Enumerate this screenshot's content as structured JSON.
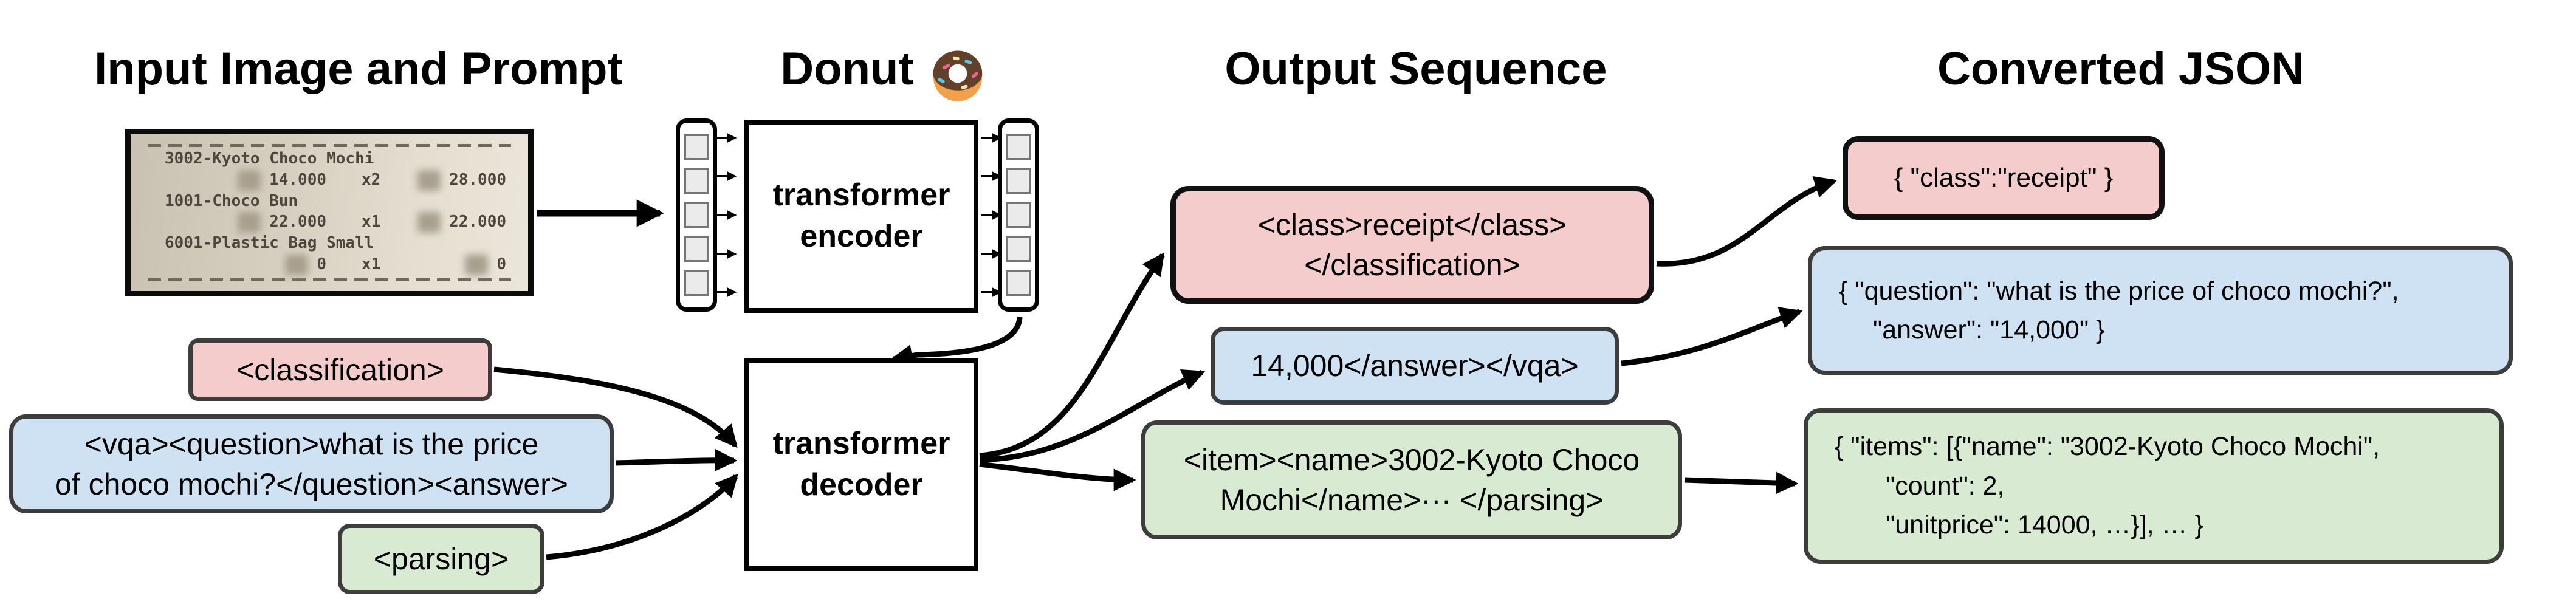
{
  "figure": {
    "columns": {
      "input_title": "Input Image and Prompt",
      "model_title": "Donut",
      "model_icon": "donut-emoji",
      "output_title": "Output Sequence",
      "json_title": "Converted JSON"
    },
    "receipt": {
      "items": [
        {
          "name": "3002-Kyoto Choco Mochi",
          "unit_price": "14.000",
          "qty": "x2",
          "total": "28.000"
        },
        {
          "name": "1001-Choco Bun",
          "unit_price": "22.000",
          "qty": "x1",
          "total": "22.000"
        },
        {
          "name": "6001-Plastic Bag Small",
          "unit_price": "0",
          "qty": "x1",
          "total": "0"
        }
      ]
    },
    "model": {
      "encoder_line1": "transformer",
      "encoder_line2": "encoder",
      "decoder_line1": "transformer",
      "decoder_line2": "decoder"
    },
    "prompts": {
      "classification": "<classification>",
      "vqa_line1": "<vqa><question>what is the price",
      "vqa_line2": "of choco mochi?</question><answer>",
      "parsing": "<parsing>"
    },
    "outputs": {
      "classification_line1": "<class>receipt</class>",
      "classification_line2": "</classification>",
      "vqa": "14,000</answer></vqa>",
      "parsing_line1": "<item><name>3002-Kyoto Choco",
      "parsing_line2": "Mochi</name>··· </parsing>"
    },
    "json": {
      "classification": "{ \"class\":\"receipt\" }",
      "vqa_line1": "{ \"question\": \"what is the price of choco mochi?\",",
      "vqa_line2": "\"answer\": \"14,000\" }",
      "parsing_line1": "{ \"items\": [{\"name\": \"3002-Kyoto Choco Mochi\",",
      "parsing_line2": "\"count\": 2,",
      "parsing_line3": "\"unitprice\": 14000, …}], … }"
    },
    "colors": {
      "classification_fill": "#f4cccc",
      "vqa_fill": "#cfe2f3",
      "parsing_fill": "#d9ead3",
      "box_border": "#3d3d3d",
      "emphasis_border": "#111111",
      "token_fill": "#ebebeb",
      "token_border": "#757575"
    }
  }
}
